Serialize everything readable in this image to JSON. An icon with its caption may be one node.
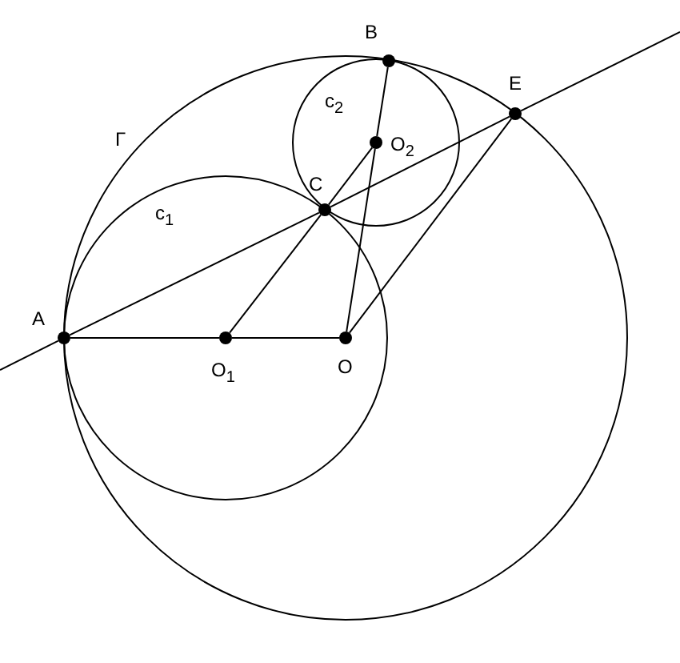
{
  "diagram": {
    "nodes": [
      {
        "text": [],
        "shape": "circle",
        "beside": [
          "B"
        ]
      },
      {
        "text": [],
        "shape": "circle",
        "beside": [
          "E"
        ]
      },
      {
        "text": [],
        "shape": "circle",
        "beside": [
          "O$_{2}$"
        ]
      },
      {
        "text": [],
        "shape": "circle",
        "beside": [
          "C"
        ]
      },
      {
        "text": [],
        "shape": "circle",
        "beside": [
          "A"
        ]
      },
      {
        "text": [],
        "shape": "circle",
        "beside": [
          "O$_{1}$"
        ]
      },
      {
        "text": [],
        "shape": "circle",
        "beside": [
          "O"
        ]
      }
    ],
    "edges": [
      {
        "from": null,
        "to": 4,
        "arrow": "none"
      },
      {
        "from": 4,
        "to": 3,
        "arrow": "none"
      },
      {
        "from": 3,
        "to": 1,
        "arrow": "none"
      },
      {
        "from": 1,
        "to": null,
        "arrow": "none"
      },
      {
        "from": 4,
        "to": 5,
        "arrow": "none"
      },
      {
        "from": 5,
        "to": 6,
        "arrow": "none"
      },
      {
        "from": 5,
        "to": 3,
        "arrow": "none"
      },
      {
        "from": 3,
        "to": 2,
        "arrow": "none"
      },
      {
        "from": 6,
        "to": 2,
        "arrow": "none"
      },
      {
        "from": 2,
        "to": 0,
        "arrow": "none"
      },
      {
        "from": 6,
        "to": 1,
        "arrow": "none"
      }
    ],
    "labels": [
      "c$_{2}$",
      "Γ",
      "c$_{1}$"
    ]
  }
}
